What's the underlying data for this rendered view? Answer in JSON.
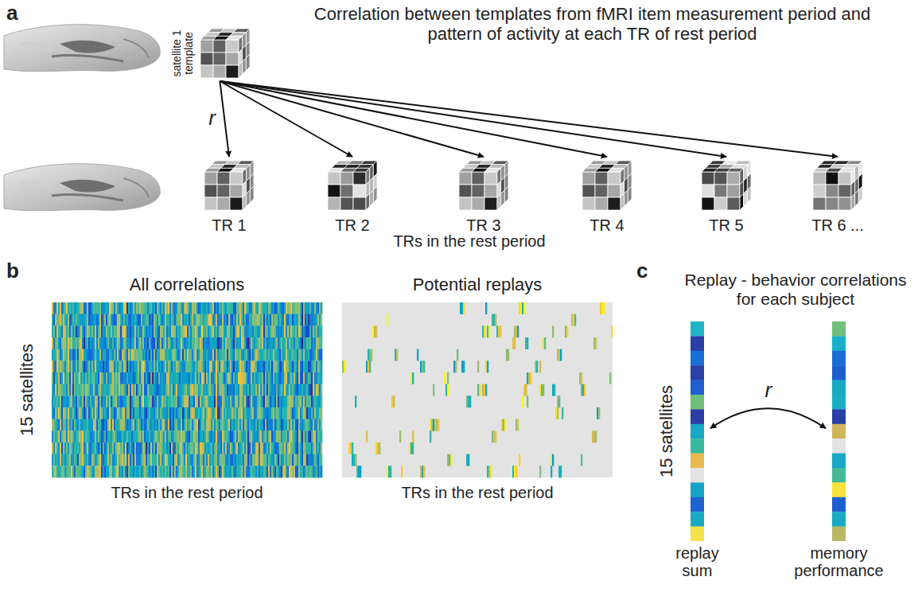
{
  "diagram": {
    "nodes": [
      {
        "text": [
          "satellite 1 template"
        ]
      },
      {
        "text": [
          "TR 1"
        ]
      },
      {
        "text": [
          "TR 2"
        ]
      },
      {
        "text": [
          "TR 3"
        ]
      },
      {
        "text": [
          "TR 4"
        ]
      },
      {
        "text": [
          "TR 5"
        ]
      },
      {
        "text": [
          "TR 6 ..."
        ]
      },
      {
        "text": [
          "replay sum"
        ]
      },
      {
        "text": [
          "memory performance"
        ]
      }
    ],
    "edges": [
      {
        "from": 0,
        "to": 1,
        "label": "r",
        "arrow": "to"
      },
      {
        "from": 0,
        "to": 2,
        "arrow": "to"
      },
      {
        "from": 0,
        "to": 3,
        "arrow": "to"
      },
      {
        "from": 0,
        "to": 4,
        "arrow": "to"
      },
      {
        "from": 0,
        "to": 5,
        "arrow": "to"
      },
      {
        "from": 0,
        "to": 6,
        "arrow": "to"
      },
      {
        "from": 7,
        "to": 8,
        "label": "r",
        "arrow": "both"
      }
    ],
    "labels": [
      "a",
      "Correlation between templates from fMRI item measurement period and pattern of activity at each TR of rest period",
      "TRs in the rest period",
      "b",
      "All correlations",
      "15 satellites",
      "TRs in the rest period",
      "Potential replays",
      "TRs in the rest period",
      "c",
      "Replay - behavior correlations for each subject",
      "15 satellites"
    ]
  }
}
